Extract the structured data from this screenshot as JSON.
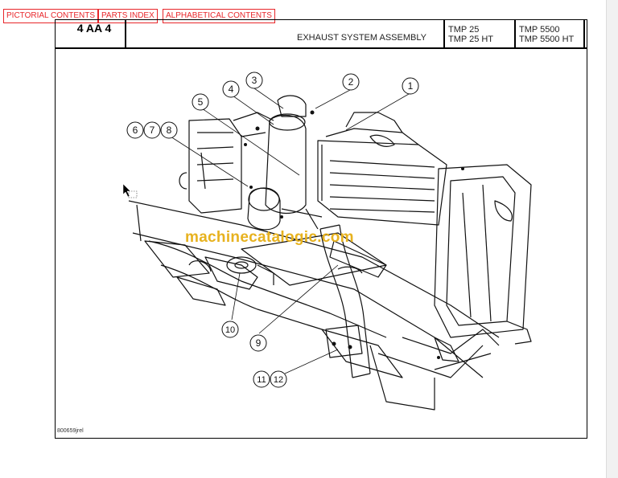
{
  "nav": {
    "pictorial": "PICTORIAL CONTENTS",
    "parts_index": "PARTS INDEX",
    "alphabetical": "ALPHABETICAL CONTENTS"
  },
  "header": {
    "ref_code": "4 AA 4",
    "title": "EXHAUST SYSTEM ASSEMBLY",
    "models_left": [
      "TMP 25",
      "TMP 25 HT"
    ],
    "models_right": [
      "TMP 5500",
      "TMP 5500 HT"
    ]
  },
  "drawing": {
    "callouts": [
      "1",
      "2",
      "3",
      "4",
      "5",
      "6",
      "7",
      "8",
      "9",
      "10",
      "11",
      "12"
    ],
    "footer_code": "800659jrel",
    "watermark": "machinecatalogic.com"
  },
  "colors": {
    "nav_border": "#e8262a",
    "watermark": "#e7b21f"
  }
}
